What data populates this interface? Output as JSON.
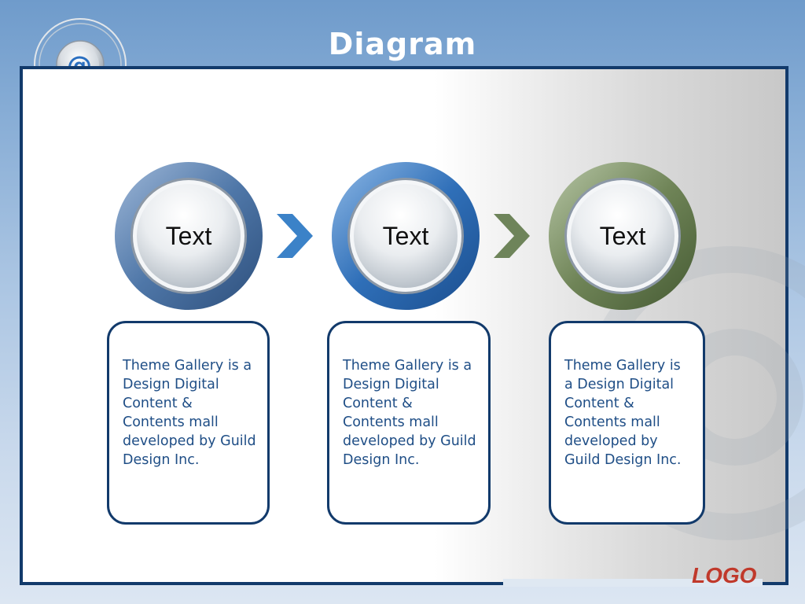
{
  "slide": {
    "title": "Diagram",
    "logo_text": "LOGO"
  },
  "badge": {
    "symbol": "@"
  },
  "steps": [
    {
      "label": "Text",
      "description": "Theme Gallery is a Design Digital Content & Contents mall developed by Guild Design Inc."
    },
    {
      "label": "Text",
      "description": "Theme Gallery is a Design Digital Content & Contents mall developed by Guild Design Inc."
    },
    {
      "label": "Text",
      "description": "Theme Gallery is a Design Digital Content & Contents mall developed by Guild Design Inc."
    }
  ],
  "colors": {
    "frame": "#123a6b",
    "step1_ring": "#4f77a8",
    "step2_ring": "#2f6fb8",
    "step3_ring": "#6f8457",
    "chevron1": "#3b82c8",
    "chevron2": "#6e845a",
    "description_text": "#1f4e86",
    "logo": "#c0392b"
  }
}
